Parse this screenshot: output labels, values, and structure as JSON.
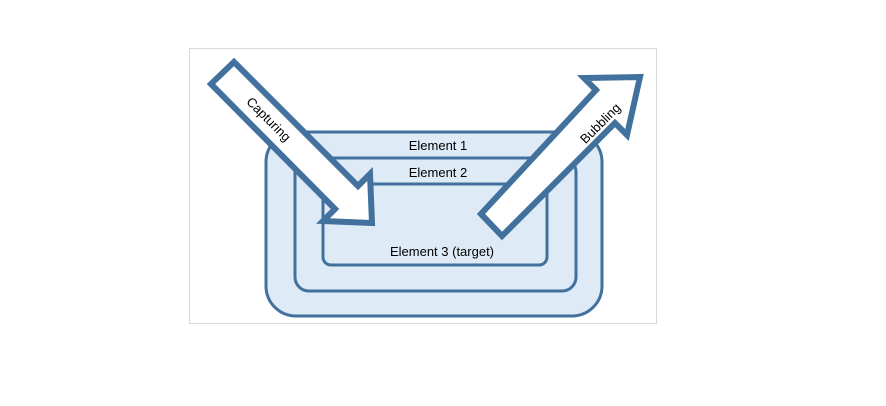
{
  "diagram": {
    "element1_label": "Element 1",
    "element2_label": "Element 2",
    "element3_label": "Element 3 (target)",
    "capturing_label": "Capturing",
    "bubbling_label": "Bubbling"
  },
  "colors": {
    "stroke": "#41719c",
    "box_fill": "#deeaf6",
    "arrow_fill": "#ffffff",
    "frame": "#d9d9d9"
  },
  "icons": {
    "capturing_arrow": "arrow-down-right-icon",
    "bubbling_arrow": "arrow-up-right-icon"
  }
}
